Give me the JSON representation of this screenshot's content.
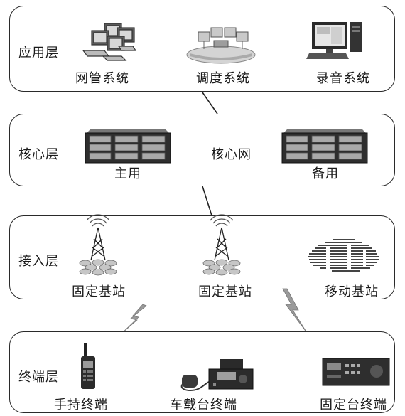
{
  "layers": {
    "application": {
      "label": "应用层",
      "nodes": [
        {
          "label": "网管系统",
          "icon": "network-management-computers-icon"
        },
        {
          "label": "调度系统",
          "icon": "dispatch-console-icon"
        },
        {
          "label": "录音系统",
          "icon": "recording-pc-icon"
        }
      ]
    },
    "core": {
      "label": "核心层",
      "center_label": "核心网",
      "nodes": [
        {
          "label": "主用",
          "icon": "server-rack-icon"
        },
        {
          "label": "备用",
          "icon": "server-rack-icon"
        }
      ]
    },
    "access": {
      "label": "接入层",
      "nodes": [
        {
          "label": "固定基站",
          "icon": "antenna-tower-icon"
        },
        {
          "label": "固定基站",
          "icon": "antenna-tower-icon"
        },
        {
          "label": "移动基站",
          "icon": "mobile-base-station-icon"
        }
      ]
    },
    "terminal": {
      "label": "终端层",
      "nodes": [
        {
          "label": "手持终端",
          "icon": "handheld-radio-icon"
        },
        {
          "label": "车载台终端",
          "icon": "vehicle-radio-icon"
        },
        {
          "label": "固定台终端",
          "icon": "fixed-radio-icon"
        }
      ]
    }
  },
  "links": [
    "wired-connector",
    "wired-connector",
    "wireless-link-icon",
    "wireless-link-icon"
  ]
}
